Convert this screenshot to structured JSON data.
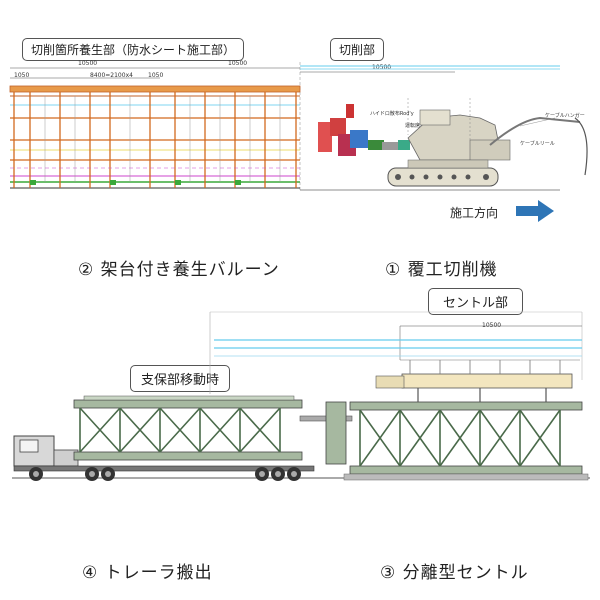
{
  "top_section": {
    "label_left": "切削箇所養生部（防水シート施工部）",
    "label_right": "切削部",
    "dim_left_top": "10500",
    "dim_mid_top": "10500",
    "dim_right_top": "10500",
    "dim_small_1": "1050",
    "dim_span": "8400=2100x4",
    "dim_small_2": "1050",
    "machine_label_1": "ハイドロ散布Rod'y",
    "machine_label_2": "運転席",
    "machine_label_3": "ケーブルハンガー",
    "machine_label_4": "ケーブルリール",
    "direction_label": "施工方向"
  },
  "captions": {
    "caption_2": "② 架台付き養生バルーン",
    "caption_1": "① 覆工切削機",
    "caption_4": "④ トレーラ搬出",
    "caption_3": "③ 分離型セントル"
  },
  "bottom_section": {
    "label_centle": "セントル部",
    "label_support": "支保部移動時",
    "dim_centle": "10500"
  },
  "colors": {
    "frame_orange": "#d2691e",
    "steel_green": "#7f9a7f",
    "direction_arrow": "#2e75b6",
    "cyan_line": "#66ccee"
  }
}
